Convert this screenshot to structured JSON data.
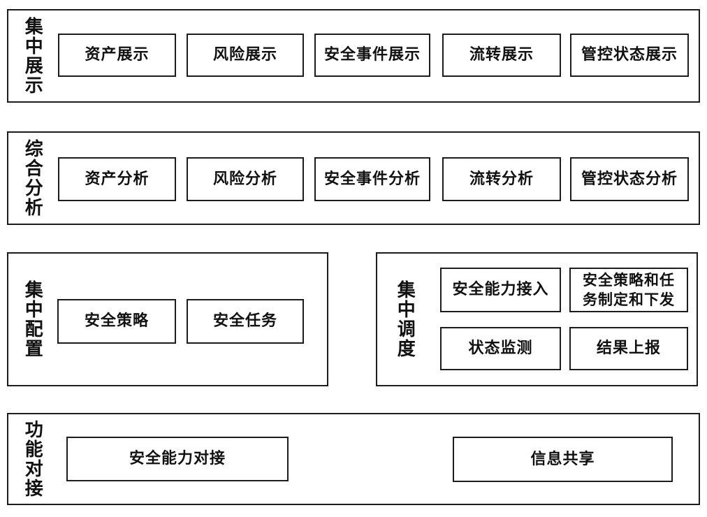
{
  "colors": {
    "background": "#ffffff",
    "border": "#1c1c1c",
    "text": "#111111"
  },
  "sections": [
    {
      "label": "集中展示",
      "items": [
        "资产展示",
        "风险展示",
        "安全事件展示",
        "流转展示",
        "管控状态展示"
      ]
    },
    {
      "label": "综合分析",
      "items": [
        "资产分析",
        "风险分析",
        "安全事件分析",
        "流转分析",
        "管控状态分析"
      ]
    },
    {
      "label": "集中配置",
      "items": [
        "安全策略",
        "安全任务"
      ]
    },
    {
      "label": "集中调度",
      "items": [
        "安全能力接入",
        "安全策略和任\n务制定和下发",
        "状态监测",
        "结果上报"
      ]
    },
    {
      "label": "功能对接",
      "items": [
        "安全能力对接",
        "信息共享"
      ]
    }
  ]
}
